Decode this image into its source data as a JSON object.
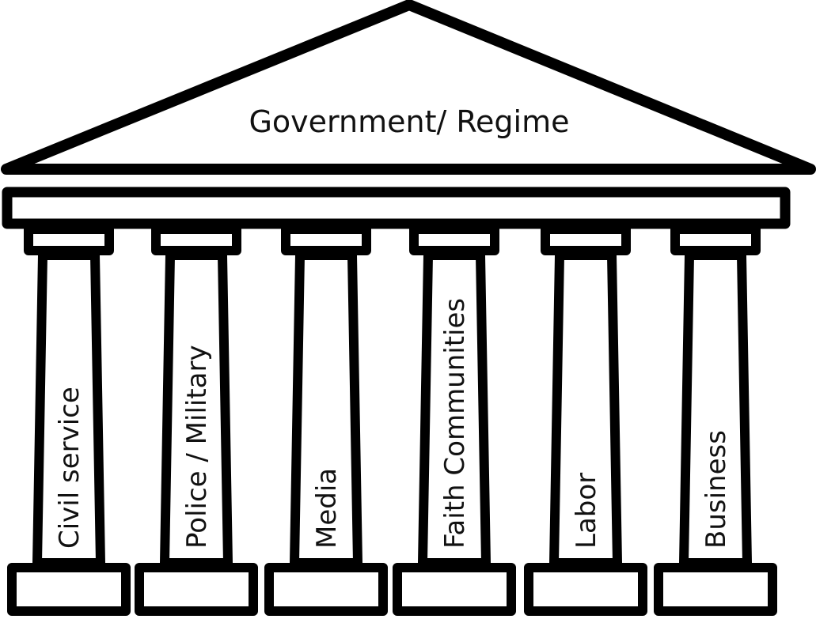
{
  "roof": {
    "label": "Government/ Regime"
  },
  "pillars": [
    {
      "label": "Civil service"
    },
    {
      "label": "Police / Military"
    },
    {
      "label": "Media"
    },
    {
      "label": "Faith Communities"
    },
    {
      "label": "Labor"
    },
    {
      "label": "Business"
    }
  ],
  "colors": {
    "stroke": "#000000",
    "fill": "#ffffff",
    "text": "#111111"
  }
}
